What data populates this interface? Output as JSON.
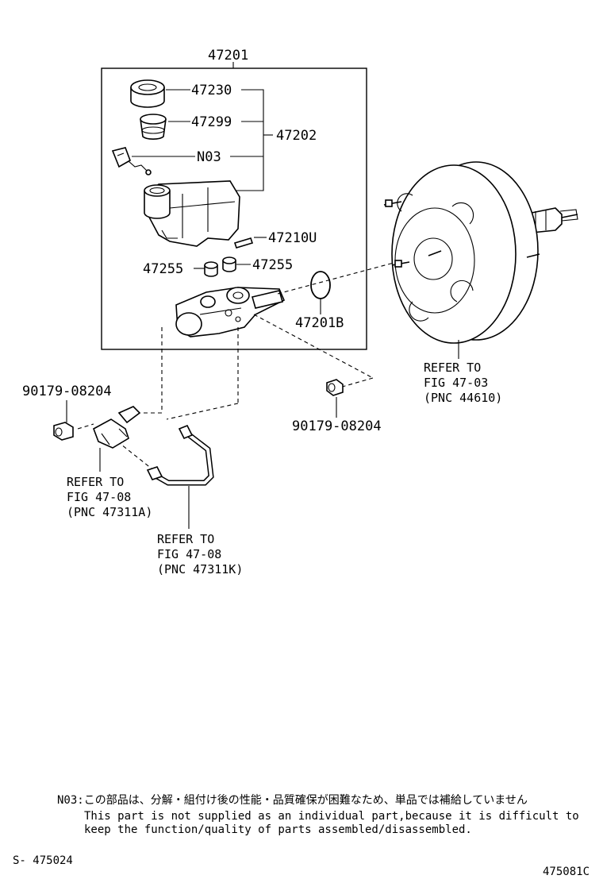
{
  "diagram": {
    "part_labels": {
      "assembly": "47201",
      "cylinder_kit": "47202",
      "reservoir_cap": "47230",
      "strainer": "47299",
      "note_ref": "N03",
      "reservoir": "47210U",
      "grommet_left": "47255",
      "grommet_right": "47255",
      "o_ring": "47201B",
      "nut_left": "90179-08204",
      "nut_right": "90179-08204"
    },
    "refer_booster": [
      "REFER TO",
      "FIG 47-03",
      "(PNC 44610)"
    ],
    "refer_tube_a": [
      "REFER TO",
      "FIG 47-08",
      "(PNC 47311A)"
    ],
    "refer_tube_k": [
      "REFER TO",
      "FIG 47-08",
      "(PNC 47311K)"
    ],
    "note": {
      "jp": "N03:この部品は、分解・組付け後の性能・品質確保が困難なため、単品では補給していません",
      "en_line1": "This part is not supplied as an individual part,because it is difficult to",
      "en_line2": "keep the function/quality of parts assembled/disassembled."
    },
    "footer": {
      "left_code": "S- 475024",
      "right_code": "475081C"
    }
  }
}
